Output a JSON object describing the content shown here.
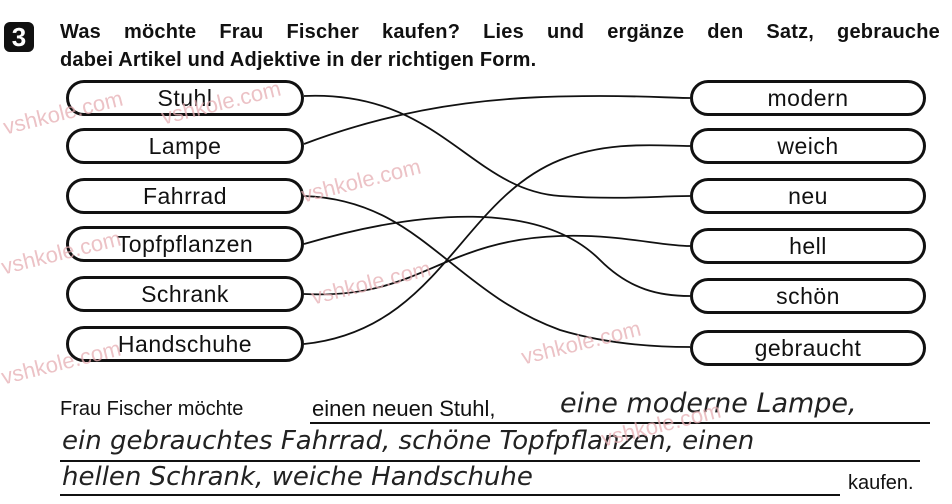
{
  "exercise_number": "3",
  "instruction": {
    "line1": "Was möchte Frau Fischer kaufen? Lies und ergänze den Satz, gebrauche",
    "line2": "dabei Artikel und Adjektive in der richtigen Form."
  },
  "nouns": [
    "Stuhl",
    "Lampe",
    "Fahrrad",
    "Topfpflanzen",
    "Schrank",
    "Handschuhe"
  ],
  "adjectives": [
    "modern",
    "weich",
    "neu",
    "hell",
    "schön",
    "gebraucht"
  ],
  "matches": [
    {
      "noun": "Stuhl",
      "adjective": "neu"
    },
    {
      "noun": "Lampe",
      "adjective": "modern"
    },
    {
      "noun": "Fahrrad",
      "adjective": "gebraucht"
    },
    {
      "noun": "Topfpflanzen",
      "adjective": "schön"
    },
    {
      "noun": "Schrank",
      "adjective": "hell"
    },
    {
      "noun": "Handschuhe",
      "adjective": "weich"
    }
  ],
  "answer": {
    "prefix": "Frau Fischer möchte",
    "printed_part": "einen neuen Stuhl,",
    "handwritten_1": "eine moderne Lampe,",
    "handwritten_2": "ein gebrauchtes Fahrrad, schöne Topfpflanzen, einen",
    "handwritten_3": "hellen Schrank, weiche Handschuhe",
    "suffix": "kaufen."
  },
  "watermark": "vshkole.com"
}
